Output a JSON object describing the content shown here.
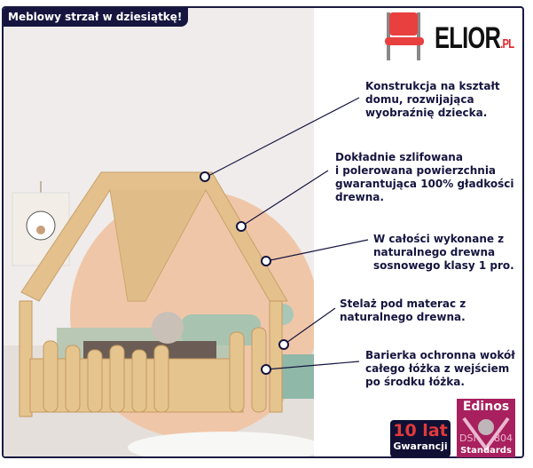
{
  "banner": "Meblowy strzał w dziesiątkę!",
  "logo": {
    "name": "ELIOR",
    "suffix": ".PL"
  },
  "callouts": [
    "Konstrukcja na kształt\ndomu, rozwijająca\nwyobraźnię dziecka.",
    "Dokładnie szlifowana\ni polerowana powierzchnia\ngwarantująca 100% gładkości\ndrewna.",
    "W całości wykonane z\nnaturalnego drewna\nsosnowego klasy 1 pro.",
    "Stelaż pod materac z\nnaturalnego drewna.",
    "Barierka ochronna wokół\ncałego łóżka z wejściem\npo środku łóżka."
  ],
  "warranty": {
    "years": "10 lat",
    "label": "Gwarancji"
  },
  "certificate": {
    "brand": "Edinos",
    "code_left": "DSI",
    "code_right": "804",
    "label": "Standards"
  },
  "colors": {
    "navy": "#15153f",
    "brand_red": "#e0262b",
    "cert": "#a8205e"
  }
}
